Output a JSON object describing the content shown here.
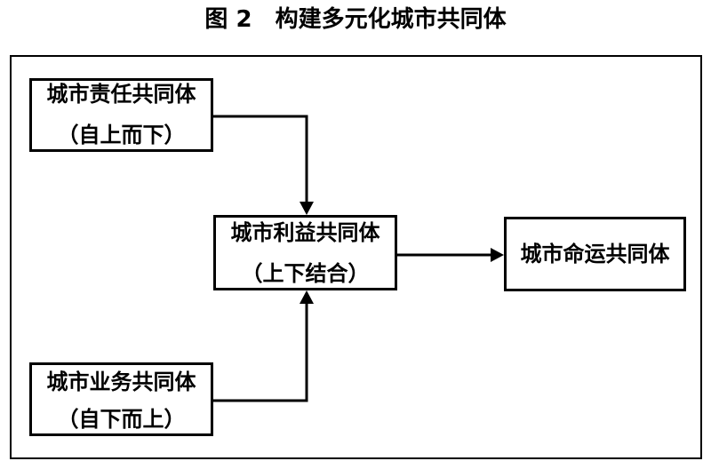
{
  "figure": {
    "label": "图 2",
    "title": "构建多元化城市共同体"
  },
  "nodes": {
    "responsibility": {
      "name": "城市责任共同体",
      "direction": "（自上而下）"
    },
    "interest": {
      "name": "城市利益共同体",
      "direction": "（上下结合）"
    },
    "destiny": {
      "name": "城市命运共同体"
    },
    "business": {
      "name": "城市业务共同体",
      "direction": "（自下而上）"
    }
  },
  "colors": {
    "line": "#000000",
    "background": "#ffffff"
  }
}
